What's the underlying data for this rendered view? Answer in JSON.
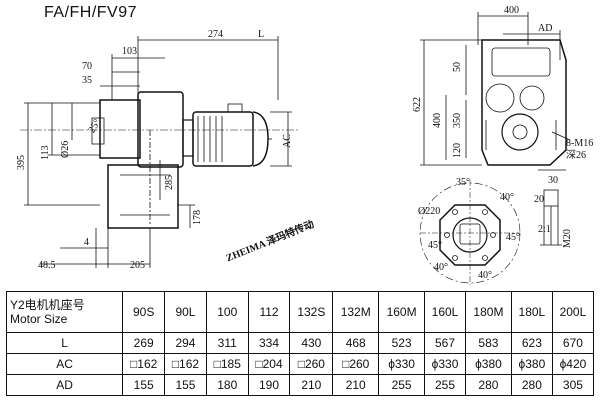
{
  "model_title": "FA/FH/FV97",
  "watermark": "ZHEIMA 泽玛特传动",
  "dims": {
    "d274": "274",
    "dL": "L",
    "d103": "103",
    "d70": "70",
    "d35": "35",
    "d25": "25°",
    "d113": "113",
    "d26": "Ø26",
    "d395": "395",
    "d285": "285",
    "d178": "178",
    "d4": "4",
    "d48": "48.5",
    "d205": "205",
    "dAC": "AC",
    "d400": "400",
    "dAD": "AD",
    "d622": "622",
    "d50": "50",
    "d400v": "400",
    "d350": "350",
    "d120": "120",
    "d8m16": "8-M16",
    "d26depth": "深26",
    "d35a": "35°",
    "d40a": "40°",
    "d220": "Ø220",
    "d45": "45°",
    "d40b": "40°",
    "d40c": "40°",
    "d45b": "45°",
    "d30": "30",
    "d20": "20",
    "d21": "2:1",
    "dM20": "M20"
  },
  "table": {
    "header_label_1": "Y2电机机座号",
    "header_label_2": "Motor Size",
    "sizes": [
      "90S",
      "90L",
      "100",
      "112",
      "132S",
      "132M",
      "160M",
      "160L",
      "180M",
      "180L",
      "200L"
    ],
    "rows": [
      {
        "label": "L",
        "values": [
          "269",
          "294",
          "311",
          "334",
          "430",
          "468",
          "523",
          "567",
          "583",
          "623",
          "670"
        ]
      },
      {
        "label": "AC",
        "values": [
          "□162",
          "□162",
          "□185",
          "□204",
          "□260",
          "□260",
          "ϕ330",
          "ϕ330",
          "ϕ380",
          "ϕ380",
          "ϕ420"
        ]
      },
      {
        "label": "AD",
        "values": [
          "155",
          "155",
          "180",
          "190",
          "210",
          "210",
          "255",
          "255",
          "280",
          "280",
          "305"
        ]
      }
    ]
  }
}
